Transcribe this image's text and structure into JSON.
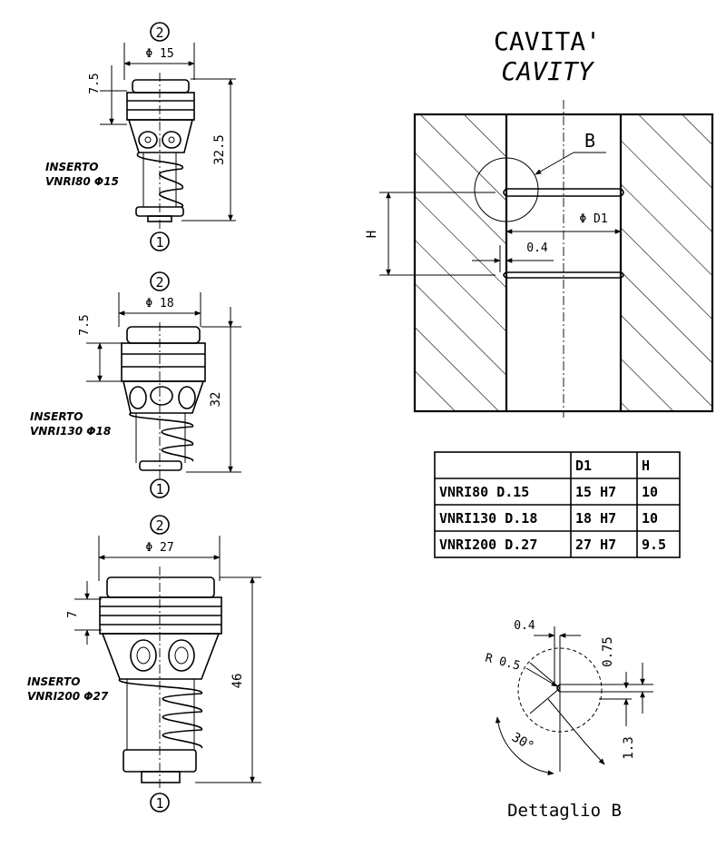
{
  "cavity": {
    "title_it": "CAVITA'",
    "title_en": "CAVITY",
    "detail_marker": "B",
    "dim_d1": "Φ D1",
    "dim_h": "H",
    "dim_04": "0.4"
  },
  "inserts": [
    {
      "name": "INSERTO",
      "model": "VNRI80  Φ15",
      "port_top": "2",
      "port_bottom": "1",
      "dia": "Φ 15",
      "height_top": "7.5",
      "height_total": "32.5"
    },
    {
      "name": "INSERTO",
      "model": "VNRI130  Φ18",
      "port_top": "2",
      "port_bottom": "1",
      "dia": "Φ 18",
      "height_top": "7.5",
      "height_total": "32"
    },
    {
      "name": "INSERTO",
      "model": "VNRI200  Φ27",
      "port_top": "2",
      "port_bottom": "1",
      "dia": "Φ 27",
      "height_top": "7",
      "height_total": "46"
    }
  ],
  "table": {
    "headers": [
      "",
      "D1",
      "H"
    ],
    "rows": [
      [
        "VNRI80 D.15",
        "15 H7",
        "10"
      ],
      [
        "VNRI130 D.18",
        "18 H7",
        "10"
      ],
      [
        "VNRI200 D.27",
        "27 H7",
        "9.5"
      ]
    ]
  },
  "detail": {
    "title": "Dettaglio B",
    "dim_04": "0.4",
    "dim_075": "0.75",
    "dim_r05": "R 0.5",
    "dim_13": "1.3",
    "angle": "30°"
  }
}
